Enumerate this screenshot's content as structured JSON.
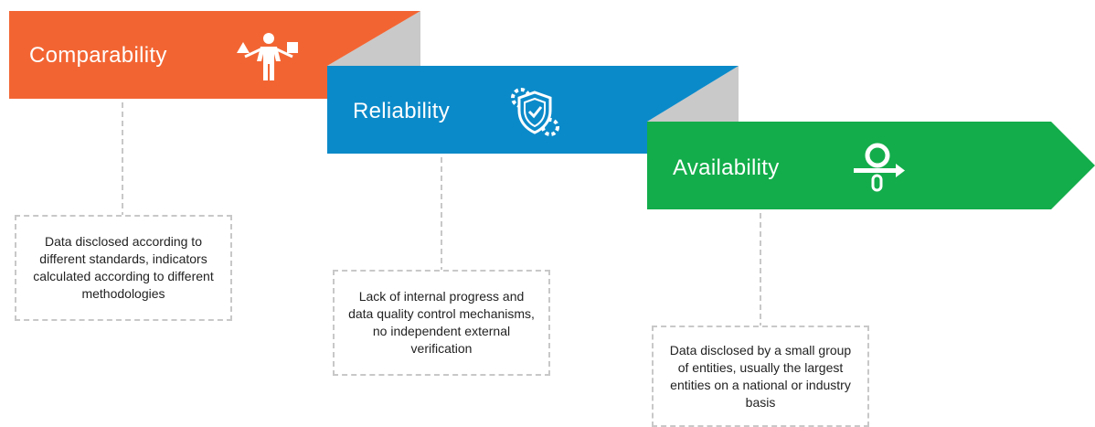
{
  "colors": {
    "comparability": "#f26533",
    "reliability": "#0b8ac9",
    "availability": "#13ad4b",
    "fold": "#c9c9c9",
    "connector": "#c8c8c8"
  },
  "stages": [
    {
      "title": "Comparability",
      "icon": "person-balancing-icon",
      "description": "Data disclosed according to different standards, indicators calculated according to different methodologies"
    },
    {
      "title": "Reliability",
      "icon": "shield-gear-icon",
      "description": "Lack of internal progress and data quality control mechanisms, no independent external verification"
    },
    {
      "title": "Availability",
      "icon": "magnifier-arrow-icon",
      "description": "Data disclosed by a small group of entities, usually the largest entities on a national or industry basis"
    }
  ]
}
